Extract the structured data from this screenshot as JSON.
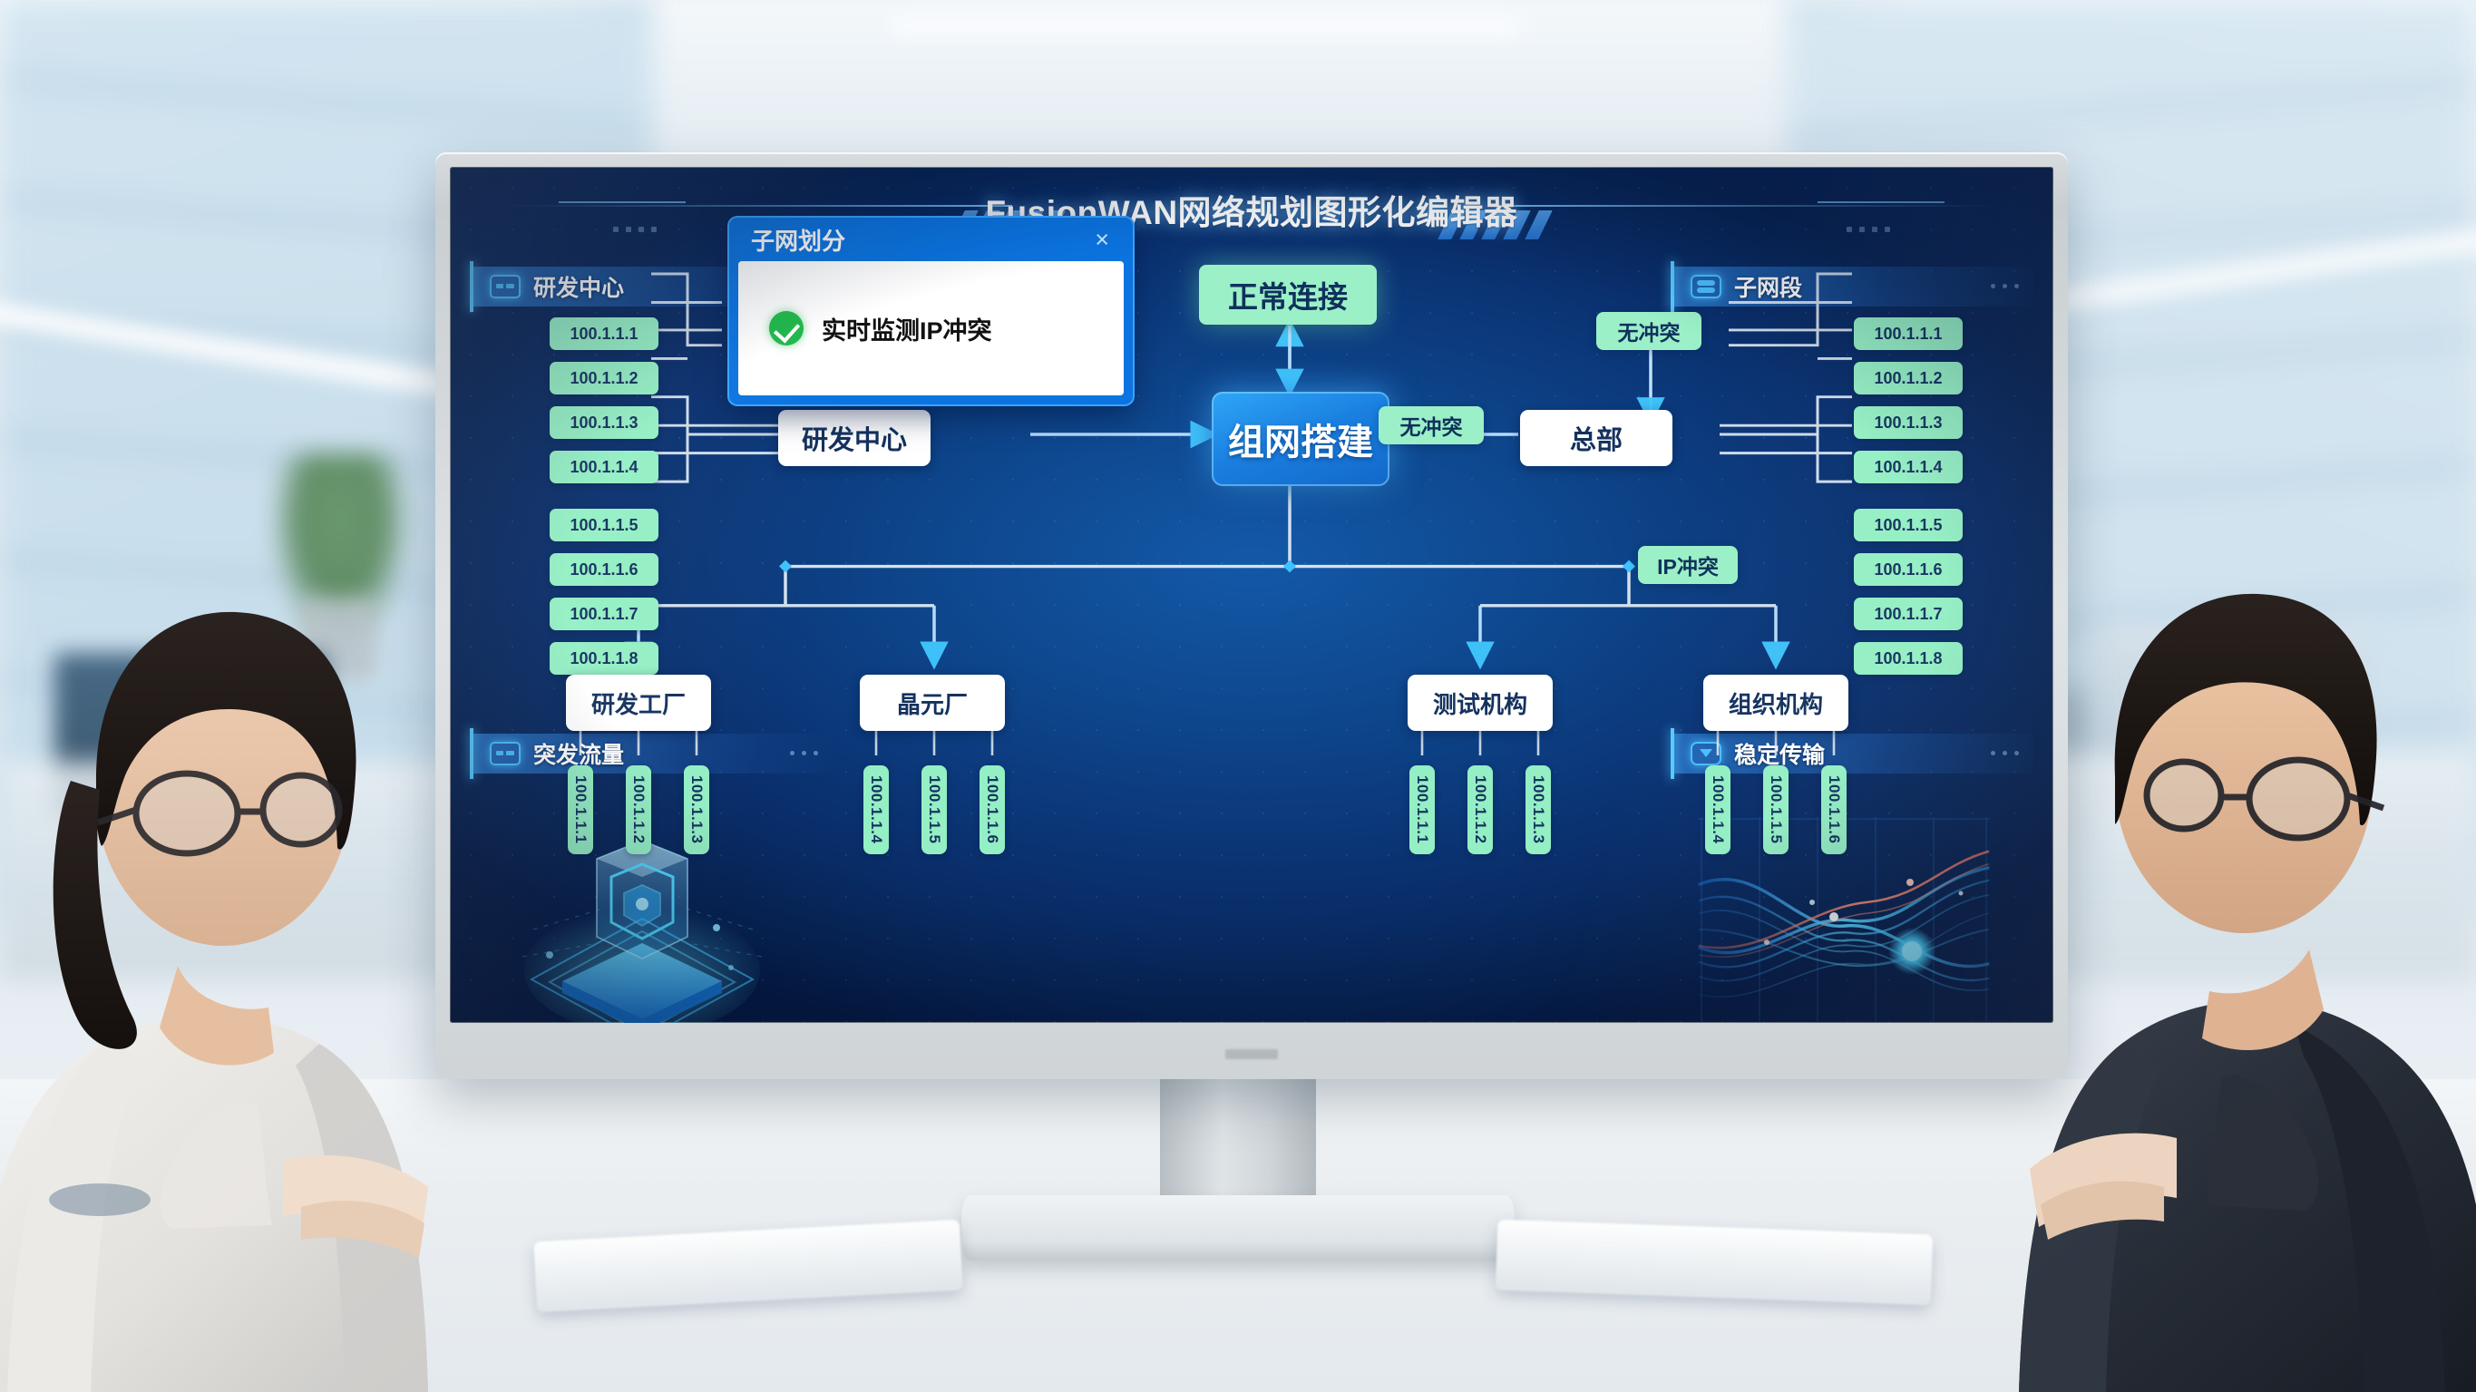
{
  "app": {
    "title": "FusionWAN网络规划图形化编辑器"
  },
  "panels": {
    "top_left": {
      "label": "研发中心",
      "icon": "chip-icon"
    },
    "bottom_left": {
      "label": "突发流量",
      "icon": "chip-icon"
    },
    "top_right": {
      "label": "子网段",
      "icon": "database-icon"
    },
    "bottom_right": {
      "label": "稳定传输",
      "icon": "play-icon"
    }
  },
  "modal": {
    "title": "子网划分",
    "close": "×",
    "status_icon": "green-check-icon",
    "message": "实时监测IP冲突"
  },
  "center": {
    "label": "组网搭建"
  },
  "labels": {
    "normal_connection": "正常连接",
    "no_conflict_left": "无冲突",
    "no_conflict_right": "无冲突",
    "ip_conflict": "IP冲突"
  },
  "nodes": {
    "rd_center": "研发中心",
    "headquarters": "总部",
    "rd_factory": "研发工厂",
    "wafer_factory": "晶元厂",
    "test_org": "测试机构",
    "org_org": "组织机构"
  },
  "ip_groups": {
    "left_upper": [
      "100.1.1.1",
      "100.1.1.2",
      "100.1.1.3",
      "100.1.1.4"
    ],
    "left_lower": [
      "100.1.1.5",
      "100.1.1.6",
      "100.1.1.7",
      "100.1.1.8"
    ],
    "right_upper": [
      "100.1.1.1",
      "100.1.1.2",
      "100.1.1.3",
      "100.1.1.4"
    ],
    "right_lower": [
      "100.1.1.5",
      "100.1.1.6",
      "100.1.1.7",
      "100.1.1.8"
    ],
    "rd_factory": [
      "100.1.1.1",
      "100.1.1.2",
      "100.1.1.3"
    ],
    "wafer_factory": [
      "100.1.1.4",
      "100.1.1.5",
      "100.1.1.6"
    ],
    "test_org": [
      "100.1.1.1",
      "100.1.1.2",
      "100.1.1.3"
    ],
    "org_org": [
      "100.1.1.4",
      "100.1.1.5",
      "100.1.1.6"
    ]
  },
  "colors": {
    "accent_cyan": "#4fc4ff",
    "chip_green": "#94efc4",
    "label_green": "#9bf0c8",
    "center_blue": "#1a7fe0",
    "screen_bg": "#0d4388",
    "node_white": "#ffffff",
    "ok_green": "#20b84a"
  }
}
